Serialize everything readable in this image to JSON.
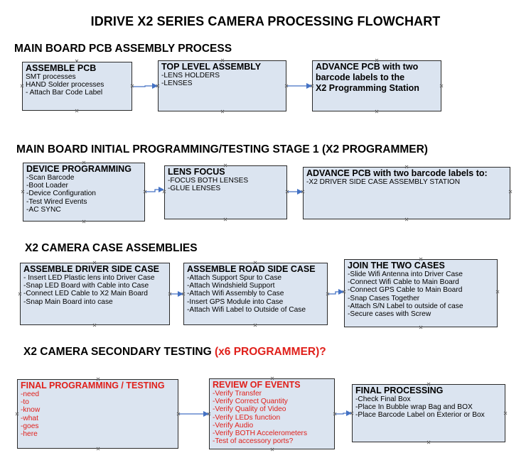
{
  "title": "IDRIVE X2  SERIES CAMERA PROCESSING FLOWCHART",
  "sections": {
    "s1": {
      "text": "MAIN BOARD PCB ASSEMBLY PROCESS"
    },
    "s2": {
      "text": "MAIN BOARD INITIAL PROGRAMMING/TESTING STAGE 1 (X2 PROGRAMMER)"
    },
    "s3": {
      "text": "X2 CAMERA CASE ASSEMBLIES"
    },
    "s4": {
      "text": "X2 CAMERA SECONDARY TESTING  ",
      "red": "(x6 PROGRAMMER)?"
    }
  },
  "boxes": {
    "assemble_pcb": {
      "title": "ASSEMBLE PCB",
      "lines": [
        " SMT processes",
        " HAND Solder processes",
        "- Attach Bar Code Label"
      ]
    },
    "top_level": {
      "title": "TOP LEVEL ASSEMBLY",
      "lines": [
        "-LENS HOLDERS",
        "-LENSES"
      ]
    },
    "advance_pcb_1": {
      "title_lines": [
        "ADVANCE PCB with two",
        "barcode labels to the",
        " X2 Programming Station"
      ]
    },
    "device_prog": {
      "title": "DEVICE PROGRAMMING",
      "lines": [
        "-Scan Barcode",
        "-Boot Loader",
        "-Device Configuration",
        "-Test Wired Events",
        "-AC SYNC"
      ]
    },
    "lens_focus": {
      "title": "LENS FOCUS",
      "lines": [
        "-FOCUS BOTH LENSES",
        "-GLUE LENSES"
      ]
    },
    "advance_pcb_2": {
      "title": "ADVANCE PCB with two barcode labels to:",
      "lines": [
        "-X2 DRIVER  SIDE  CASE  ASSEMBLY STATION"
      ]
    },
    "driver_case": {
      "title": "ASSEMBLE DRIVER SIDE CASE",
      "lines": [
        "- Insert LED Plastic lens into Driver Case",
        "-Snap LED Board with Cable into Case",
        "-Connect LED Cable to X2 Main Board",
        "-Snap Main Board into case"
      ]
    },
    "road_case": {
      "title": "ASSEMBLE ROAD SIDE CASE",
      "lines": [
        "-Attach Support Spur to Case",
        "-Attach Windshield Support",
        "-Attach Wifi Assembly to Case",
        "-Insert GPS Module into Case",
        "-Attach Wifi Label to Outside of Case"
      ]
    },
    "join_cases": {
      "title": "JOIN THE TWO CASES",
      "lines": [
        "-Slide Wifi Antenna into Driver Case",
        "-Connect Wifi Cable to Main Board",
        "-Connect GPS Cable to Main Board",
        "-Snap Cases Together",
        "-Attach S/N Label to outside of case",
        "-Secure cases with Screw"
      ]
    },
    "final_prog": {
      "title": "FINAL PROGRAMMING / TESTING",
      "lines": [
        "-need",
        "-to",
        "-know",
        "-what",
        "-goes",
        "-here"
      ]
    },
    "review_events": {
      "title": "REVIEW OF EVENTS",
      "lines": [
        "-Verify Transfer",
        "-Verify Correct Quantity",
        "-Verify Quality of Video",
        "-Verify LEDs function",
        "-Verify Audio",
        "-Verify BOTH Accelerometers",
        "-Test of accessory ports?"
      ]
    },
    "final_processing": {
      "title": "FINAL PROCESSING",
      "lines": [
        "-Check Final Box",
        "-Place In Bubble wrap Bag and BOX",
        "-Place Barcode Label on Exterior or Box"
      ]
    }
  },
  "colors": {
    "box_fill": "#dbe4f0",
    "box_border": "#2a2a2a",
    "arrow": "#4472c4",
    "highlight_red": "#e0201b"
  }
}
